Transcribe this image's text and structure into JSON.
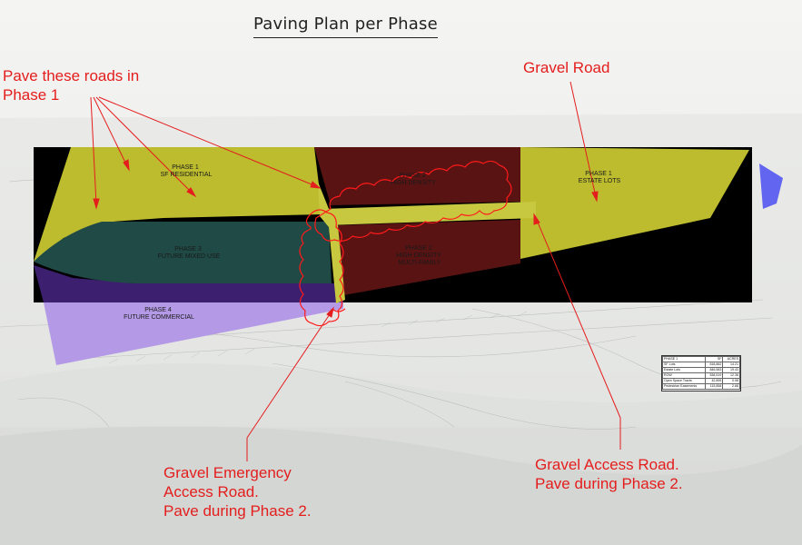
{
  "title": "Paving Plan per Phase",
  "annotations": {
    "pave_phase1": [
      "Pave these roads in",
      "Phase 1"
    ],
    "gravel_road": [
      "Gravel Road"
    ],
    "gravel_emergency": [
      "Gravel Emergency",
      "Access Road.",
      "Pave during Phase 2."
    ],
    "gravel_access": [
      "Gravel Access Road.",
      "Pave during Phase 2."
    ]
  },
  "parcels": {
    "phase1_sf": [
      "PHASE 1",
      "SF RESIDENTIAL"
    ],
    "phase2_hd_top": [
      "PHASE 2",
      "HIGH DENSITY"
    ],
    "phase1_estate": [
      "PHASE 1",
      "ESTATE LOTS"
    ],
    "phase3": [
      "PHASE 3",
      "FUTURE MIXED USE"
    ],
    "phase2_hd_bottom": [
      "PHASE 2",
      "HIGH DENSITY",
      "MULTI-FAMILY"
    ],
    "phase4": [
      "PHASE 4",
      "FUTURE COMMERCIAL"
    ]
  },
  "table": {
    "header": [
      "PHASE 1",
      "SF",
      "ACRES"
    ],
    "rows": [
      [
        "SF Lots",
        "618,862",
        "14.21"
      ],
      [
        "Estate Lots",
        "846,583",
        "19.43"
      ],
      [
        "ROW",
        "538,519",
        "12.36"
      ],
      [
        "Open Space Tracts",
        "42,895",
        "0.98"
      ],
      [
        "Pedestrian Easements",
        "115,858",
        "2.66"
      ]
    ]
  },
  "colors": {
    "annotation_red": "#e41d1d",
    "phase1_yellow": "#bcbc2e",
    "phase2_maroon": "#5a1313",
    "phase3_teal": "#1f4a45",
    "phase4_lavender": "#b49ae6",
    "road_yellow": "#c8c840",
    "site_black": "#000000"
  }
}
